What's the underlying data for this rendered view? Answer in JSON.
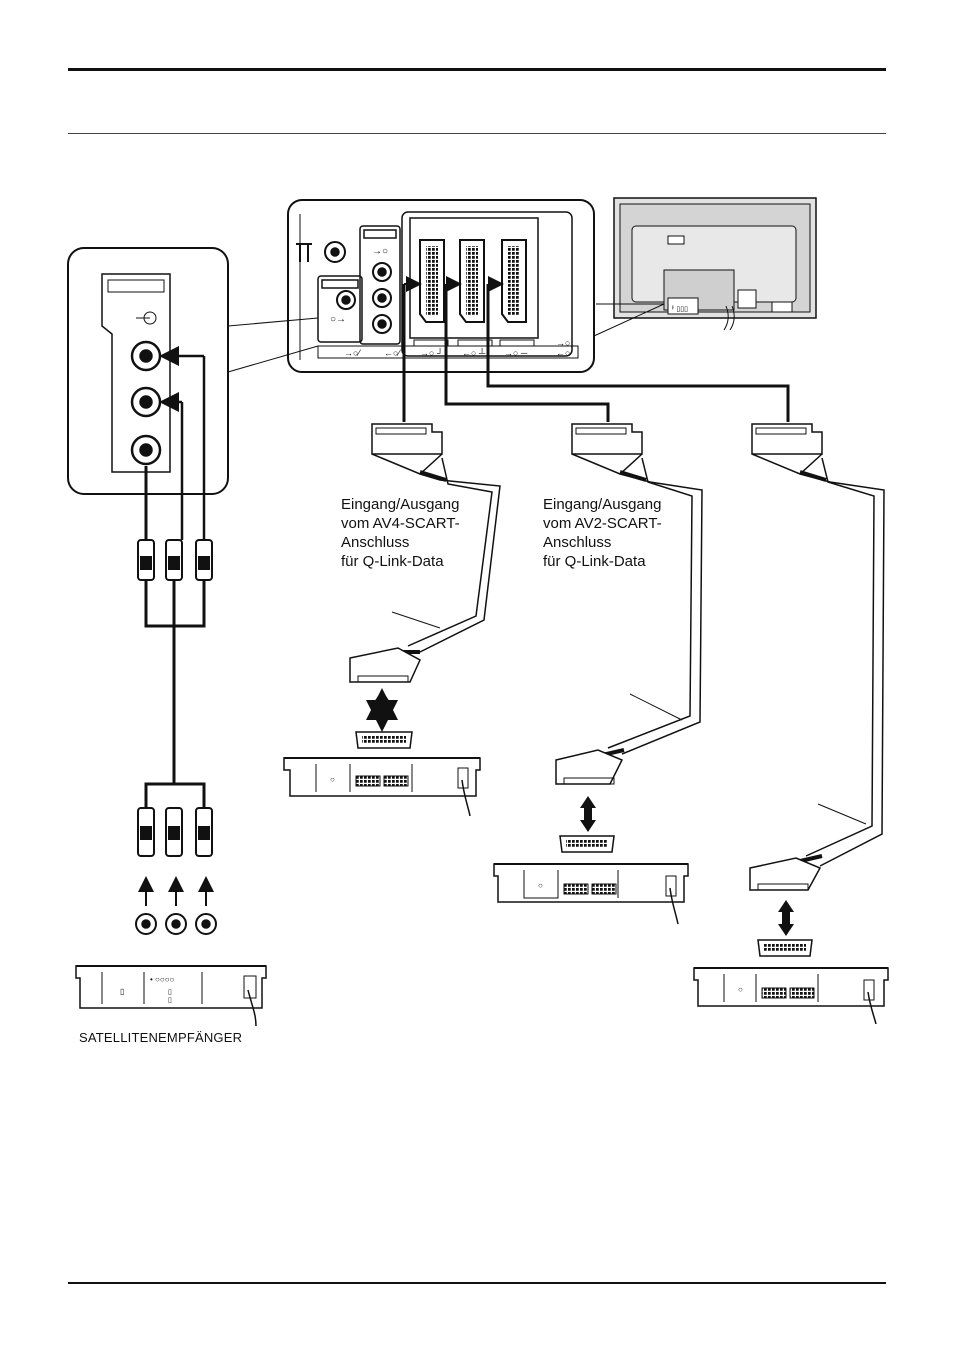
{
  "labels": {
    "av4": {
      "line1": "Eingang/Ausgang",
      "line2": "vom AV4-SCART-",
      "line3": "Anschluss",
      "line4": "für Q-Link-Data"
    },
    "av2": {
      "line1": "Eingang/Ausgang",
      "line2": "vom AV2-SCART-",
      "line3": "Anschluss",
      "line4": "für Q-Link-Data"
    },
    "satellite_receiver": "SATELLITENEMPFÄNGER"
  },
  "colors": {
    "line": "#111111",
    "panel_fill": "#ffffff",
    "tv_fill": "#dcdcdc"
  },
  "icons": [
    "antenna-icon",
    "input-arrow-icon",
    "output-arrow-icon",
    "double-arrow-icon"
  ]
}
